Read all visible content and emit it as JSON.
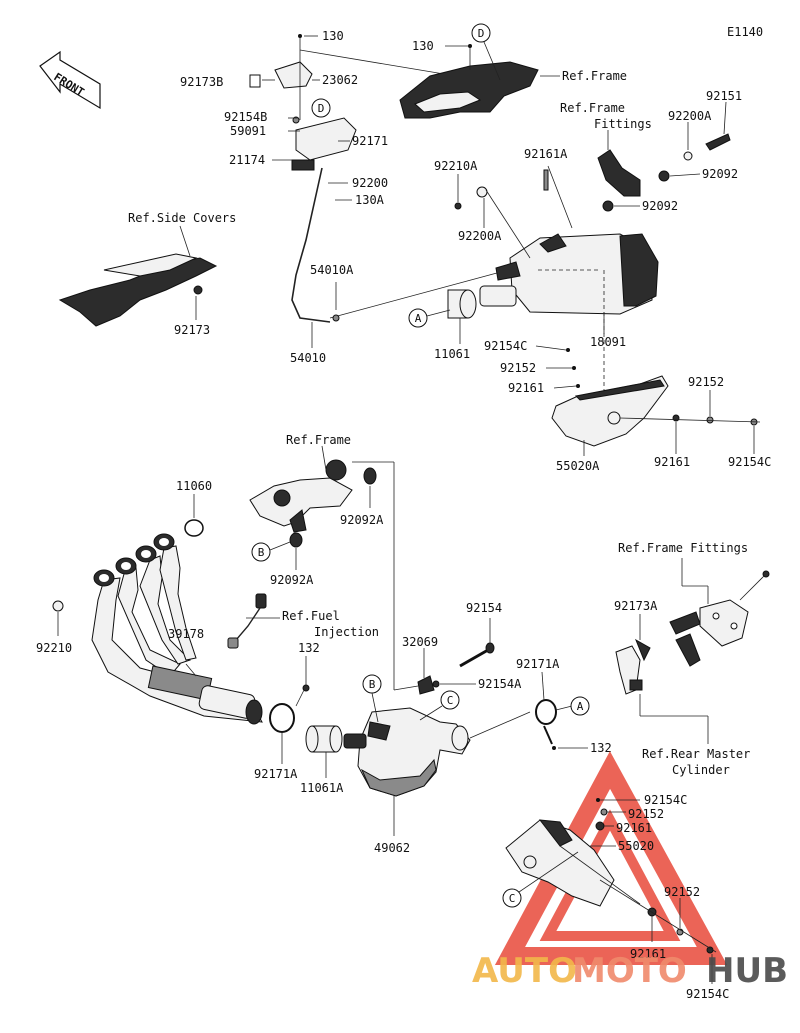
{
  "diagram_code": "E1140",
  "front_label": "FRONT",
  "labels": {
    "p130_top": "130",
    "p130_mid": "130",
    "p92173B": "92173B",
    "p23062": "23062",
    "ref_frame_top": "Ref.Frame",
    "p92154B": "92154B",
    "p59091": "59091",
    "p92171": "92171",
    "ref_frame_fittings_1": "Ref.Frame",
    "ref_frame_fittings_2": "Fittings",
    "p92200A_top": "92200A",
    "p92151": "92151",
    "p21174": "21174",
    "p92200": "92200",
    "p130A": "130A",
    "p92210A": "92210A",
    "p92161A": "92161A",
    "p92092_a": "92092",
    "p92092_b": "92092",
    "p92200A_mid": "92200A",
    "ref_side_covers": "Ref.Side Covers",
    "p54010A": "54010A",
    "p92173": "92173",
    "p54010": "54010",
    "p11061": "11061",
    "p18091": "18091",
    "p92154C_a": "92154C",
    "p92152_a": "92152",
    "p92161_a": "92161",
    "p92152_b": "92152",
    "p55020A": "55020A",
    "p92161_b": "92161",
    "p92154C_b": "92154C",
    "ref_frame_mid": "Ref.Frame",
    "p11060": "11060",
    "p92092A_a": "92092A",
    "p92092A_b": "92092A",
    "ref_frame_fittings_r": "Ref.Frame Fittings",
    "ref_fuel_1": "Ref.Fuel",
    "ref_fuel_2": "Injection",
    "p92154": "92154",
    "p92173A": "92173A",
    "p92210": "92210",
    "p39178": "39178",
    "p132_a": "132",
    "p32069": "32069",
    "p92171A_a": "92171A",
    "p92154A": "92154A",
    "p92171A_b": "92171A",
    "p11061A": "11061A",
    "p132_b": "132",
    "ref_rear_master_1": "Ref.Rear Master",
    "ref_rear_master_2": "Cylinder",
    "p49062": "49062",
    "p92154C_c": "92154C",
    "p92152_c": "92152",
    "p92161_c": "92161",
    "p55020": "55020",
    "p92152_d": "92152",
    "p92161_d": "92161",
    "p92154C_d": "92154C"
  },
  "callouts": {
    "d1": "D",
    "d2": "D",
    "a1": "A",
    "a2": "A",
    "b1": "B",
    "b2": "B",
    "c1": "C",
    "c2": "C"
  },
  "watermark": {
    "part1": "AUTO",
    "part2": "MOTO",
    "part3": "HUB"
  },
  "colors": {
    "watermark_red": "#e84a3a",
    "watermark_orange": "#f2b84a",
    "watermark_gray": "#4a4a4a"
  }
}
